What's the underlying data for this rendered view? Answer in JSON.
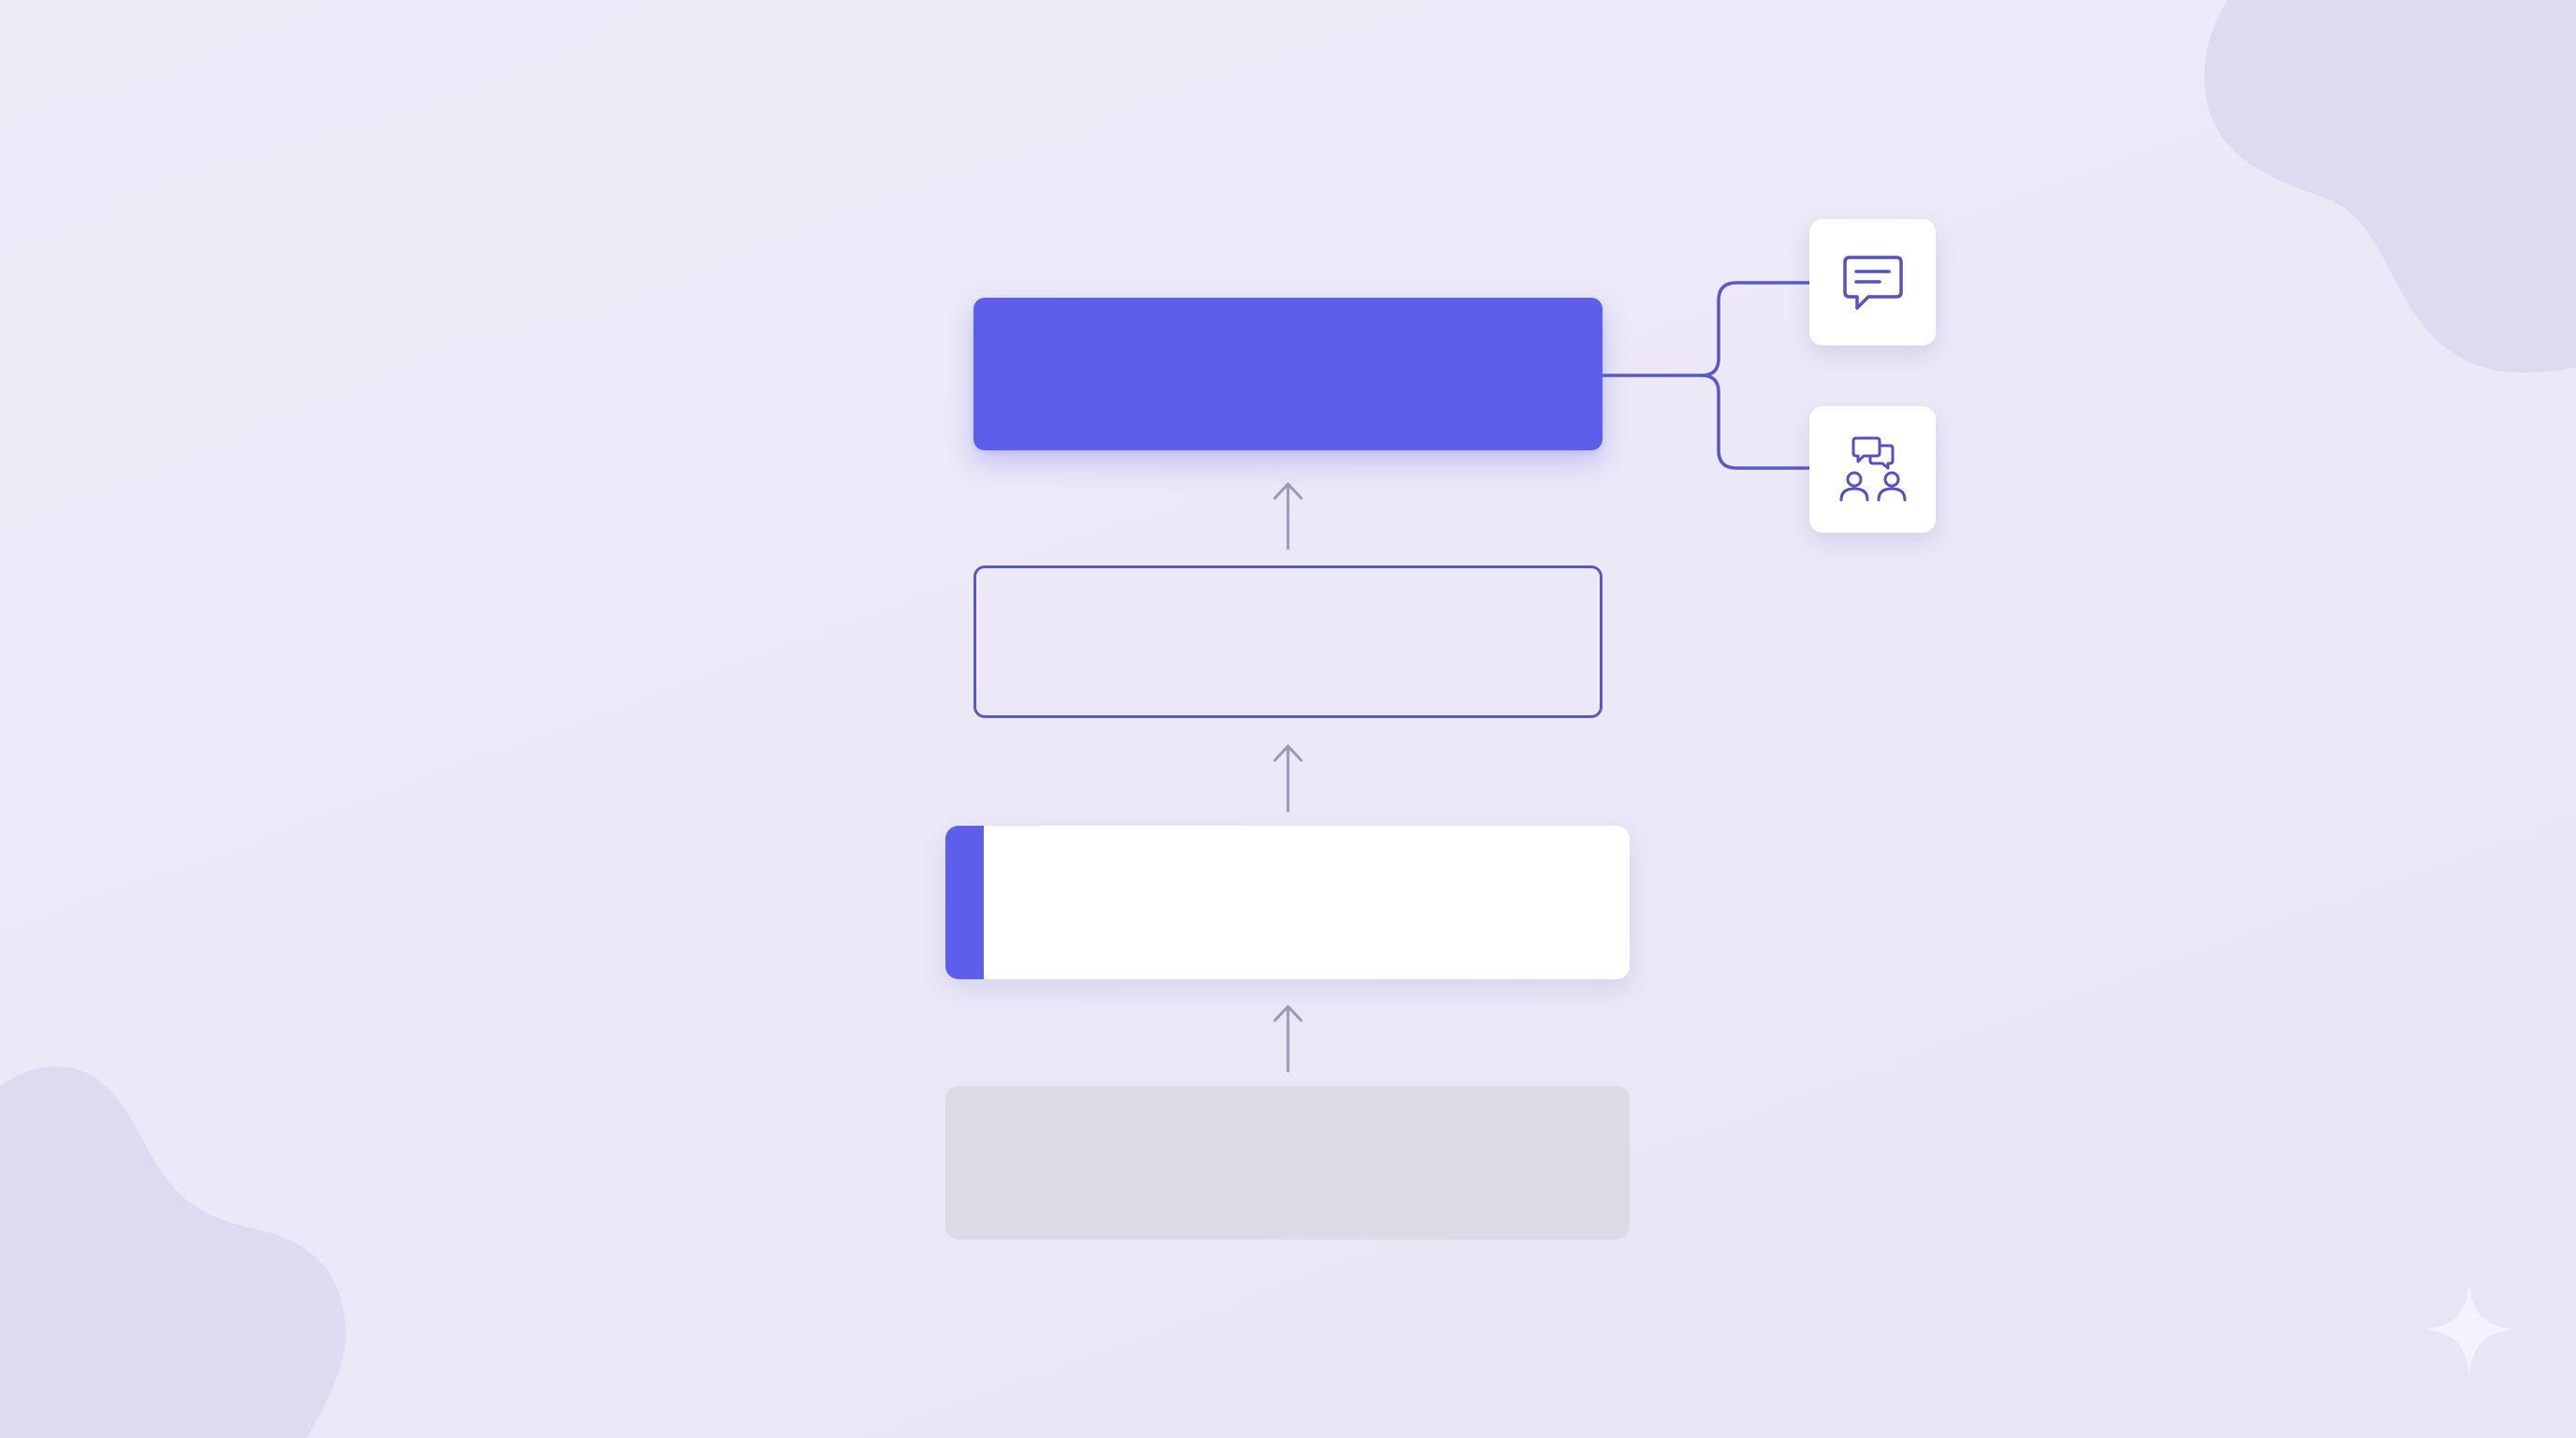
{
  "diagram": {
    "nodes": [
      {
        "id": "top",
        "style": "filled",
        "label": ""
      },
      {
        "id": "middle",
        "style": "outlined",
        "label": ""
      },
      {
        "id": "card",
        "style": "white-with-accent",
        "label": ""
      },
      {
        "id": "base",
        "style": "muted",
        "label": ""
      }
    ],
    "arrows": [
      {
        "from": "base",
        "to": "card",
        "direction": "up"
      },
      {
        "from": "card",
        "to": "middle",
        "direction": "up"
      },
      {
        "from": "middle",
        "to": "top",
        "direction": "up"
      }
    ],
    "branches": [
      {
        "icon": "chat-bubble-icon"
      },
      {
        "icon": "group-discussion-icon"
      }
    ]
  },
  "colors": {
    "background": "#ebe8f7",
    "accent": "#5d5fea",
    "outline": "#5a59c4",
    "muted": "#dcdbe5",
    "arrow": "#9b98b8",
    "blob": "#dedaf1"
  }
}
